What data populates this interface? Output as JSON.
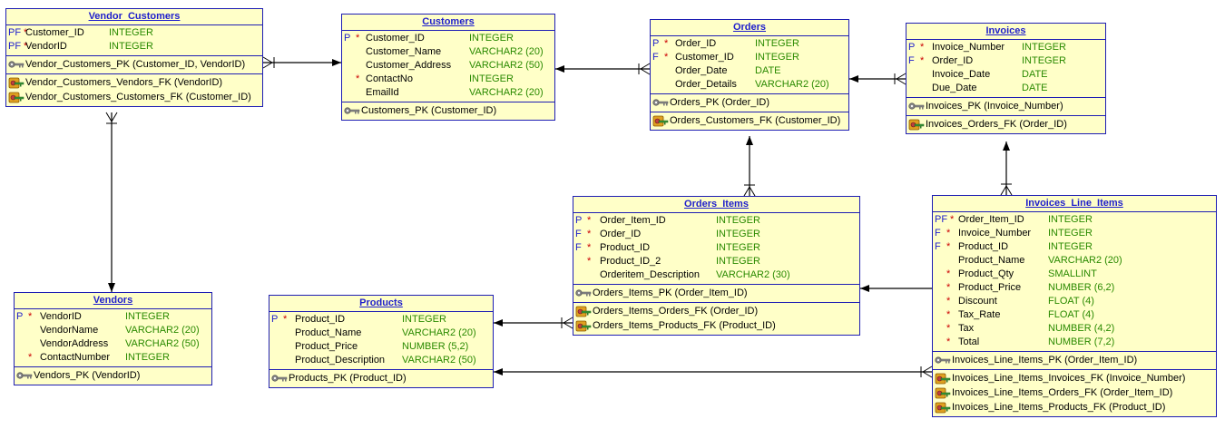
{
  "colors": {
    "table_bg": "#ffffc8",
    "border": "#1e1eb4",
    "title": "#1e1ecc",
    "type": "#2a8a00",
    "required": "#cc0000"
  },
  "tables": [
    {
      "id": "vendor_customers",
      "title": "Vendor_Customers",
      "columns": [
        {
          "key": "PF",
          "req": "*",
          "name": "Customer_ID",
          "type": "INTEGER"
        },
        {
          "key": "PF",
          "req": "*",
          "name": "VendorID",
          "type": "INTEGER"
        }
      ],
      "pk": [
        "Vendor_Customers_PK (Customer_ID, VendorID)"
      ],
      "fk": [
        "Vendor_Customers_Vendors_FK (VendorID)",
        "Vendor_Customers_Customers_FK (Customer_ID)"
      ]
    },
    {
      "id": "customers",
      "title": "Customers",
      "columns": [
        {
          "key": "P",
          "req": "*",
          "name": "Customer_ID",
          "type": "INTEGER"
        },
        {
          "key": "",
          "req": "",
          "name": "Customer_Name",
          "type": "VARCHAR2 (20)"
        },
        {
          "key": "",
          "req": "",
          "name": "Customer_Address",
          "type": "VARCHAR2 (50)"
        },
        {
          "key": "",
          "req": "*",
          "name": "ContactNo",
          "type": "INTEGER"
        },
        {
          "key": "",
          "req": "",
          "name": "EmailId",
          "type": "VARCHAR2 (20)"
        }
      ],
      "pk": [
        "Customers_PK (Customer_ID)"
      ],
      "fk": []
    },
    {
      "id": "orders",
      "title": "Orders",
      "columns": [
        {
          "key": "P",
          "req": "*",
          "name": "Order_ID",
          "type": "INTEGER"
        },
        {
          "key": "F",
          "req": "*",
          "name": "Customer_ID",
          "type": "INTEGER"
        },
        {
          "key": "",
          "req": "",
          "name": "Order_Date",
          "type": "DATE"
        },
        {
          "key": "",
          "req": "",
          "name": "Order_Details",
          "type": "VARCHAR2 (20)"
        }
      ],
      "pk": [
        "Orders_PK (Order_ID)"
      ],
      "fk": [
        "Orders_Customers_FK (Customer_ID)"
      ]
    },
    {
      "id": "invoices",
      "title": "Invoices",
      "columns": [
        {
          "key": "P",
          "req": "*",
          "name": "Invoice_Number",
          "type": "INTEGER"
        },
        {
          "key": "F",
          "req": "*",
          "name": "Order_ID",
          "type": "INTEGER"
        },
        {
          "key": "",
          "req": "",
          "name": "Invoice_Date",
          "type": "DATE"
        },
        {
          "key": "",
          "req": "",
          "name": "Due_Date",
          "type": "DATE"
        }
      ],
      "pk": [
        "Invoices_PK (Invoice_Number)"
      ],
      "fk": [
        "Invoices_Orders_FK (Order_ID)"
      ]
    },
    {
      "id": "vendors",
      "title": "Vendors",
      "columns": [
        {
          "key": "P",
          "req": "*",
          "name": "VendorID",
          "type": "INTEGER"
        },
        {
          "key": "",
          "req": "",
          "name": "VendorName",
          "type": "VARCHAR2 (20)"
        },
        {
          "key": "",
          "req": "",
          "name": "VendorAddress",
          "type": "VARCHAR2 (50)"
        },
        {
          "key": "",
          "req": "*",
          "name": "ContactNumber",
          "type": "INTEGER"
        }
      ],
      "pk": [
        "Vendors_PK (VendorID)"
      ],
      "fk": []
    },
    {
      "id": "products",
      "title": "Products",
      "columns": [
        {
          "key": "P",
          "req": "*",
          "name": "Product_ID",
          "type": "INTEGER"
        },
        {
          "key": "",
          "req": "",
          "name": "Product_Name",
          "type": "VARCHAR2 (20)"
        },
        {
          "key": "",
          "req": "",
          "name": "Product_Price",
          "type": "NUMBER (5,2)"
        },
        {
          "key": "",
          "req": "",
          "name": "Product_Description",
          "type": "VARCHAR2 (50)"
        }
      ],
      "pk": [
        "Products_PK (Product_ID)"
      ],
      "fk": []
    },
    {
      "id": "orders_items",
      "title": "Orders_Items",
      "columns": [
        {
          "key": "P",
          "req": "*",
          "name": "Order_Item_ID",
          "type": "INTEGER"
        },
        {
          "key": "F",
          "req": "*",
          "name": "Order_ID",
          "type": "INTEGER"
        },
        {
          "key": "F",
          "req": "*",
          "name": "Product_ID",
          "type": "INTEGER"
        },
        {
          "key": "",
          "req": "*",
          "name": "Product_ID_2",
          "type": "INTEGER"
        },
        {
          "key": "",
          "req": "",
          "name": "Orderitem_Description",
          "type": "VARCHAR2 (30)"
        }
      ],
      "pk": [
        "Orders_Items_PK (Order_Item_ID)"
      ],
      "fk": [
        "Orders_Items_Orders_FK (Order_ID)",
        "Orders_Items_Products_FK (Product_ID)"
      ]
    },
    {
      "id": "invoices_line_items",
      "title": "Invoices_Line_Items",
      "columns": [
        {
          "key": "PF",
          "req": "*",
          "name": "Order_Item_ID",
          "type": "INTEGER"
        },
        {
          "key": "F",
          "req": "*",
          "name": "Invoice_Number",
          "type": "INTEGER"
        },
        {
          "key": "F",
          "req": "*",
          "name": "Product_ID",
          "type": "INTEGER"
        },
        {
          "key": "",
          "req": "",
          "name": "Product_Name",
          "type": "VARCHAR2 (20)"
        },
        {
          "key": "",
          "req": "*",
          "name": "Product_Qty",
          "type": "SMALLINT"
        },
        {
          "key": "",
          "req": "*",
          "name": "Product_Price",
          "type": "NUMBER (6,2)"
        },
        {
          "key": "",
          "req": "*",
          "name": "Discount",
          "type": "FLOAT (4)"
        },
        {
          "key": "",
          "req": "*",
          "name": "Tax_Rate",
          "type": "FLOAT (4)"
        },
        {
          "key": "",
          "req": "*",
          "name": "Tax",
          "type": "NUMBER (4,2)"
        },
        {
          "key": "",
          "req": "*",
          "name": "Total",
          "type": "NUMBER (7,2)"
        }
      ],
      "pk": [
        "Invoices_Line_Items_PK (Order_Item_ID)"
      ],
      "fk": [
        "Invoices_Line_Items_Invoices_FK (Invoice_Number)",
        "Invoices_Line_Items_Orders_FK (Order_Item_ID)",
        "Invoices_Line_Items_Products_FK (Product_ID)"
      ]
    }
  ],
  "relationships": [
    {
      "from": "vendor_customers",
      "to": "customers"
    },
    {
      "from": "vendor_customers",
      "to": "vendors"
    },
    {
      "from": "orders",
      "to": "customers"
    },
    {
      "from": "invoices",
      "to": "orders"
    },
    {
      "from": "orders_items",
      "to": "orders"
    },
    {
      "from": "invoices_line_items",
      "to": "invoices"
    },
    {
      "from": "orders_items",
      "to": "products"
    },
    {
      "from": "invoices_line_items",
      "to": "orders_items"
    },
    {
      "from": "invoices_line_items",
      "to": "products"
    }
  ]
}
